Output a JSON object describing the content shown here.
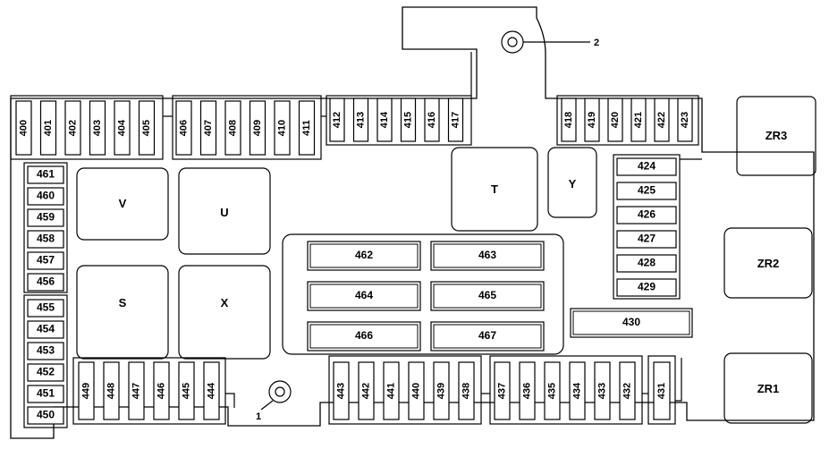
{
  "fuses": {
    "top_a": [
      "400",
      "401",
      "402",
      "403",
      "404",
      "405"
    ],
    "top_b": [
      "406",
      "407",
      "408",
      "409",
      "410",
      "411"
    ],
    "top_c": [
      "412",
      "413",
      "414",
      "415",
      "416",
      "417"
    ],
    "top_d": [
      "418",
      "419",
      "420",
      "421",
      "422",
      "423"
    ],
    "right_col": [
      "424",
      "425",
      "426",
      "427",
      "428",
      "429"
    ],
    "wide_430": "430",
    "left_top": [
      "461",
      "460",
      "459",
      "458",
      "457",
      "456"
    ],
    "left_bottom": [
      "455",
      "454",
      "453",
      "452",
      "451",
      "450"
    ],
    "bottom_a": [
      "449",
      "448",
      "447",
      "446",
      "445",
      "444"
    ],
    "bottom_b": [
      "443",
      "442",
      "441",
      "440",
      "439",
      "438"
    ],
    "bottom_c": [
      "437",
      "436",
      "435",
      "434",
      "433",
      "432"
    ],
    "bottom_d": "431",
    "center_grid": [
      "462",
      "463",
      "464",
      "465",
      "466",
      "467"
    ]
  },
  "relays": {
    "V": "V",
    "U": "U",
    "S": "S",
    "X": "X",
    "T": "T",
    "Y": "Y",
    "ZR3": "ZR3",
    "ZR2": "ZR2",
    "ZR1": "ZR1"
  },
  "callouts": {
    "one": "1",
    "two": "2"
  }
}
